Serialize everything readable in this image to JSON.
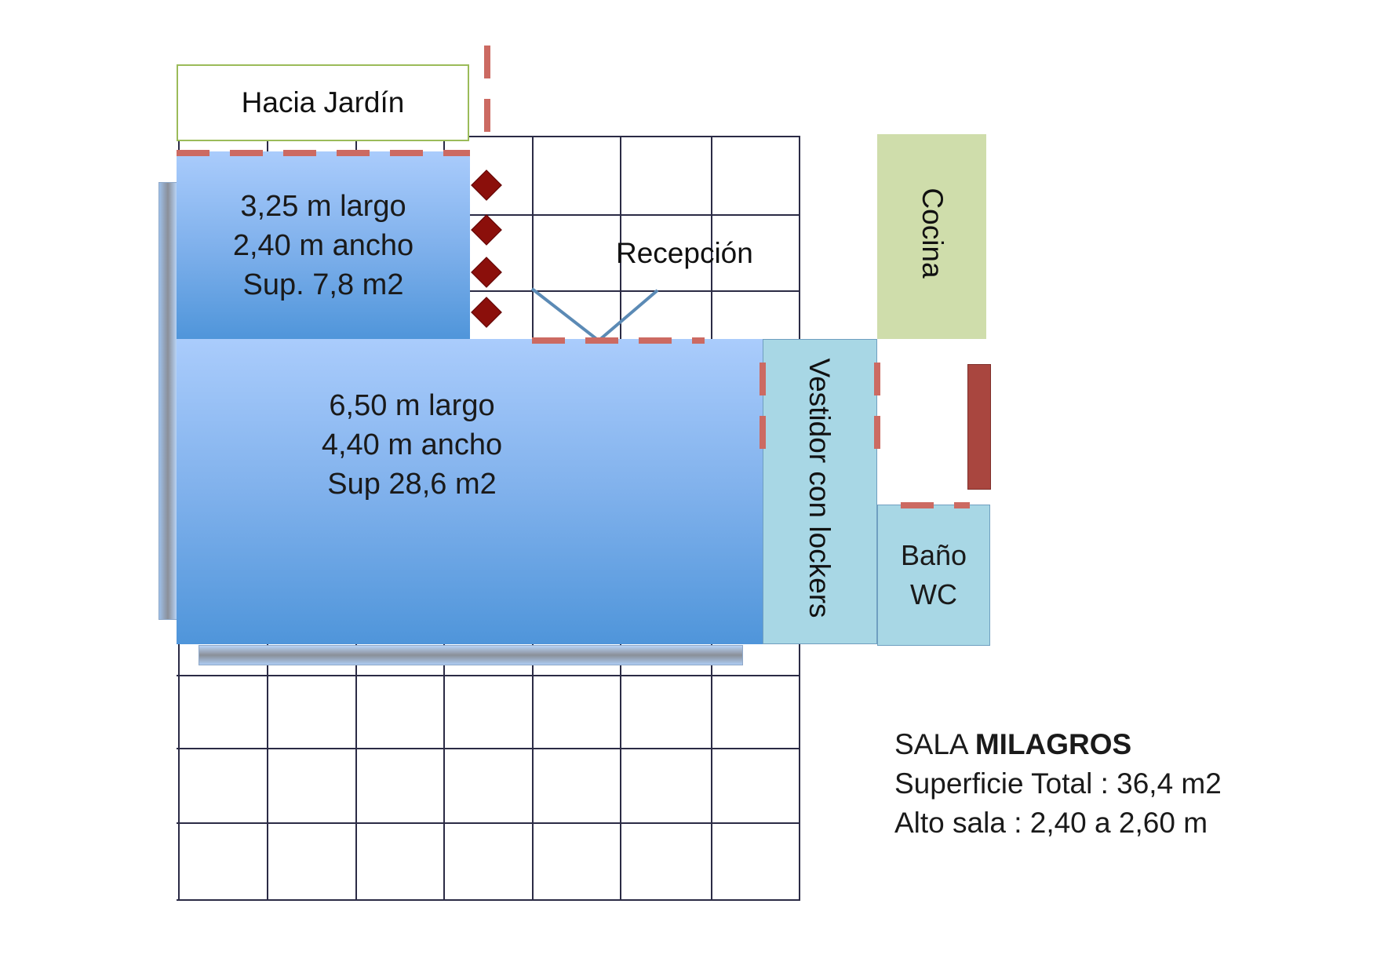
{
  "labels": {
    "garden": "Hacia Jardín",
    "reception": "Recepción",
    "kitchen": "Cocina",
    "dressing_room": "Vestidor con lockers",
    "bathroom_line1": "Baño",
    "bathroom_line2": "WC"
  },
  "small_room": {
    "length": "3,25 m largo",
    "width": "2,40 m ancho",
    "area": "Sup. 7,8 m2"
  },
  "main_room": {
    "length": "6,50 m largo",
    "width": "4,40 m ancho",
    "area": "Sup 28,6 m2"
  },
  "info": {
    "name_prefix": "SALA",
    "name_bold": "MILAGROS",
    "total_area": "Superficie Total : 36,4 m2",
    "height": "Alto sala : 2,40 a 2,60 m"
  },
  "colors": {
    "blue_room_top": "#aaccfc",
    "blue_room_bottom": "#4f95da",
    "light_blue_room": "#a8d7e5",
    "kitchen": "#cfddab",
    "door_dash": "#cc6a62",
    "diamond": "#8b0f0b",
    "wall_bar": "#a9463f",
    "grid": "#2b2b45",
    "garden_border": "#9bbb59"
  }
}
